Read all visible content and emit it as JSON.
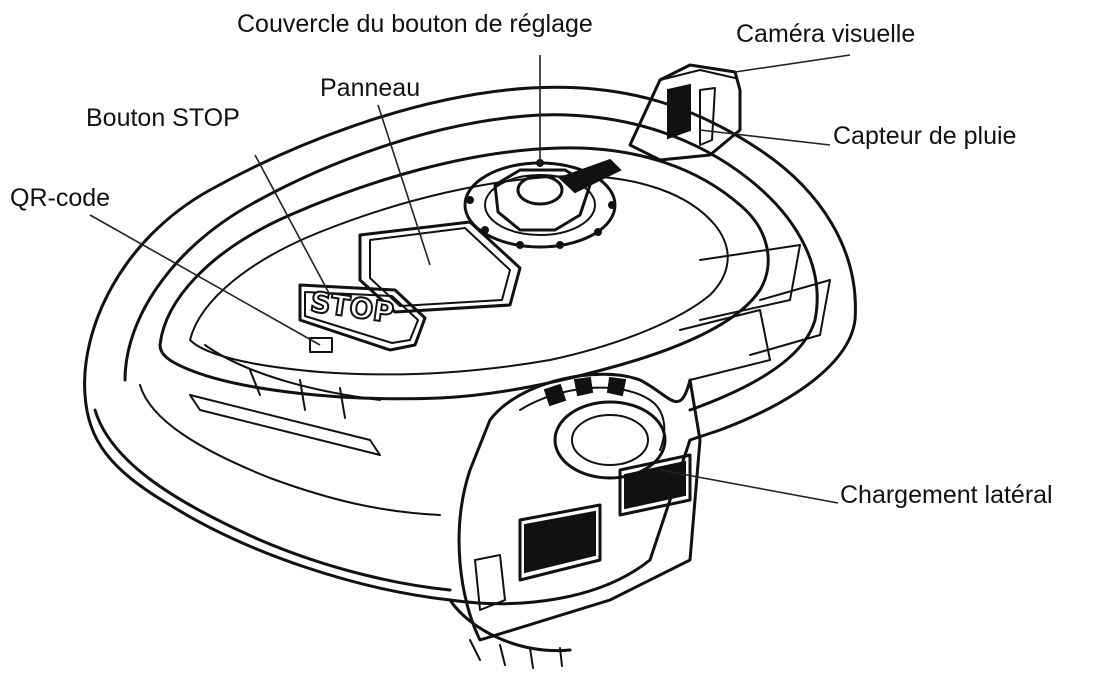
{
  "labels": {
    "adjust_cover": "Couvercle du bouton de réglage",
    "camera": "Caméra visuelle",
    "panel": "Panneau",
    "stop_button": "Bouton STOP",
    "rain_sensor": "Capteur de pluie",
    "qr_code": "QR-code",
    "side_charging": "Chargement latéral"
  },
  "stop_text": "STOP",
  "colors": {
    "line": "#111111",
    "background": "#ffffff"
  }
}
